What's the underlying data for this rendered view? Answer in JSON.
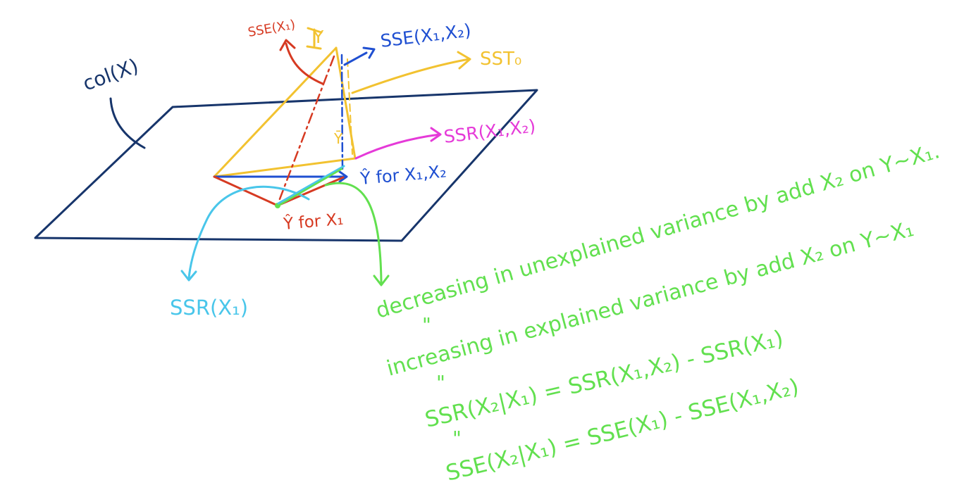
{
  "colors": {
    "plane": "#17356b",
    "sst": "#f2c230",
    "sse_x1": "#d63a22",
    "sse_x1x2": "#1f4fd1",
    "ssr_x1x2": "#e53ad8",
    "ssr_x1": "#49c6ea",
    "note": "#62e04f"
  },
  "labels": {
    "plane": "col(X)",
    "y": "Y",
    "ybar": "Ȳ",
    "sse_x1": "SSE(X₁)",
    "sse_x1x2": "SSE(X₁,X₂)",
    "sst": "SST₀",
    "ssr_x1x2": "SSR(X₁,X₂)",
    "yhat_x1x2": "Ŷ for X₁,X₂",
    "yhat_x1": "Ŷ for X₁",
    "ssr_x1": "SSR(X₁)"
  },
  "notes": {
    "line1": "decreasing in unexplained variance by add X₂ on Y~X₁.",
    "equals1": "\"",
    "line2": "increasing in explained variance by add X₂ on Y~X₁",
    "equals2": "\"",
    "line3": "SSR(X₂|X₁) = SSR(X₁,X₂) - SSR(X₁)",
    "equals3": "\"",
    "line4": "SSE(X₂|X₁) = SSE(X₁) - SSE(X₁,X₂)"
  }
}
